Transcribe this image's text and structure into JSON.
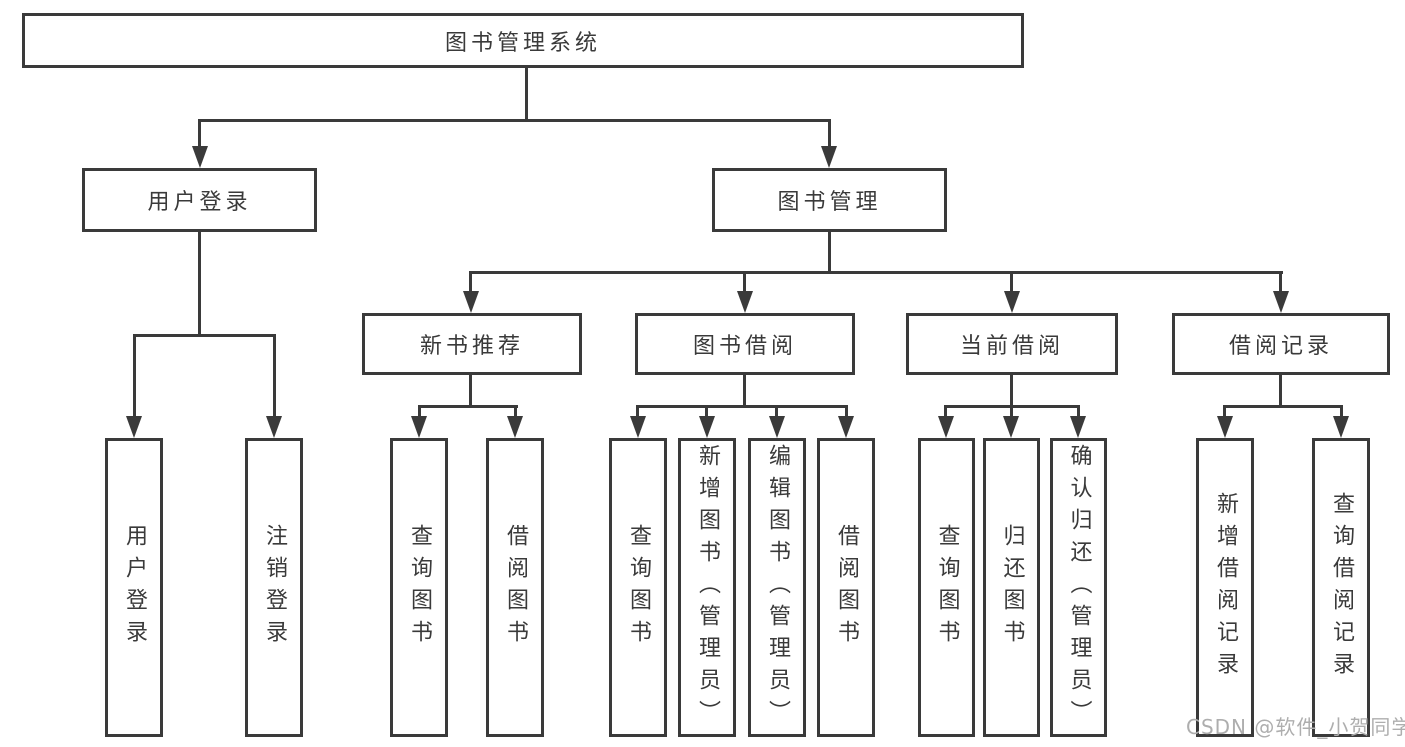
{
  "diagram": {
    "root": {
      "label": "图书管理系统"
    },
    "branches": [
      {
        "label": "用户登录",
        "children": [
          {
            "label": "用户登录"
          },
          {
            "label": "注销登录"
          }
        ]
      },
      {
        "label": "图书管理",
        "children": [
          {
            "label": "新书推荐",
            "children": [
              {
                "label": "查询图书"
              },
              {
                "label": "借阅图书"
              }
            ]
          },
          {
            "label": "图书借阅",
            "children": [
              {
                "label": "查询图书"
              },
              {
                "label": "新增图书（管理员）"
              },
              {
                "label": "编辑图书（管理员）"
              },
              {
                "label": "借阅图书"
              }
            ]
          },
          {
            "label": "当前借阅",
            "children": [
              {
                "label": "查询图书"
              },
              {
                "label": "归还图书"
              },
              {
                "label": "确认归还（管理员）"
              }
            ]
          },
          {
            "label": "借阅记录",
            "children": [
              {
                "label": "新增借阅记录"
              },
              {
                "label": "查询借阅记录"
              }
            ]
          }
        ]
      }
    ]
  },
  "watermark": {
    "text": "CSDN @软件_小贺同学"
  },
  "colors": {
    "line": "#3a3a3a",
    "text": "#3a3a3a",
    "watermark": "#aeaeae",
    "background": "#ffffff"
  }
}
